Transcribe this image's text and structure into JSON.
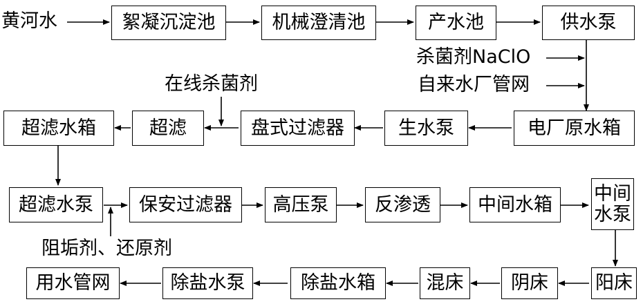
{
  "source_label": "黄河水",
  "row1": {
    "flocculation_tank": "絮凝沉淀池",
    "clarifier_tank": "机械澄清池",
    "product_water_tank": "产水池",
    "supply_pump": "供水泵"
  },
  "inputs": {
    "sodium_hypochlorite": "杀菌剂NaClO",
    "municipal_water": "自来水厂管网",
    "online_biocide": "在线杀菌剂",
    "antiscalant_reductant": "阻垢剂、还原剂"
  },
  "row2": {
    "plant_raw_water_tank": "电厂原水箱",
    "raw_water_pump": "生水泵",
    "disc_filter": "盘式过滤器",
    "ultrafiltration": "超滤",
    "uf_water_tank": "超滤水箱"
  },
  "row3": {
    "uf_water_pump": "超滤水泵",
    "security_filter": "保安过滤器",
    "high_pressure_pump": "高压泵",
    "reverse_osmosis": "反渗透",
    "intermediate_tank": "中间水箱",
    "intermediate_pump": "中间水泵"
  },
  "row4": {
    "cation_bed": "阳床",
    "anion_bed": "阴床",
    "mixed_bed": "混床",
    "demin_water_tank": "除盐水箱",
    "demin_water_pump": "除盐水泵",
    "water_network": "用水管网"
  }
}
